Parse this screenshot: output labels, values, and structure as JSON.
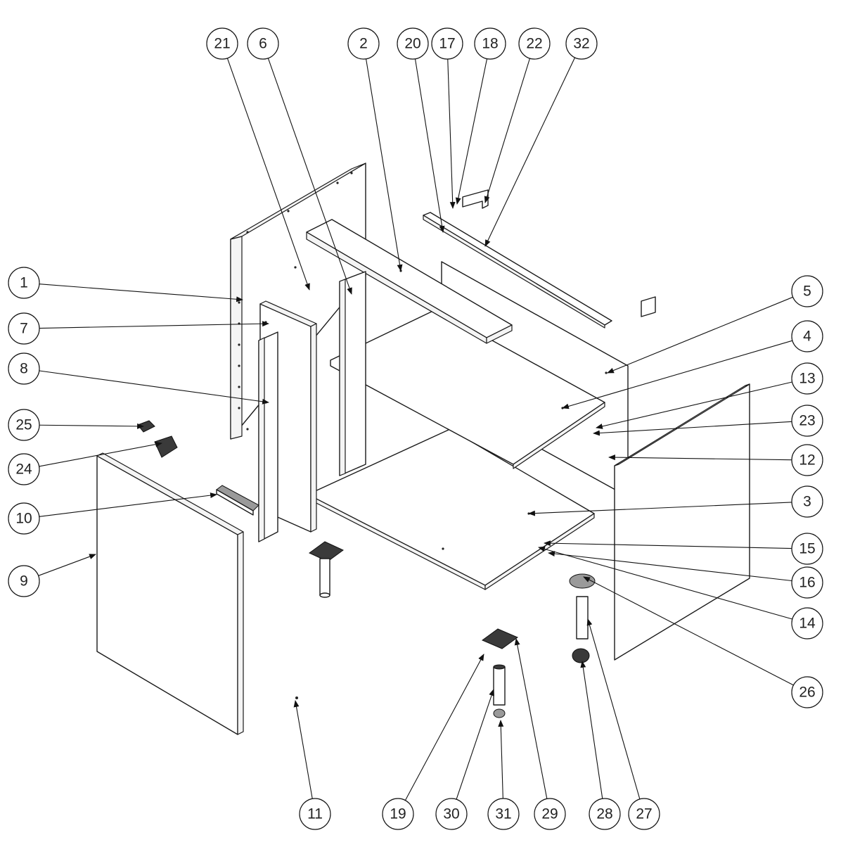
{
  "callouts": [
    {
      "label": "21"
    },
    {
      "label": "6"
    },
    {
      "label": "2"
    },
    {
      "label": "20"
    },
    {
      "label": "17"
    },
    {
      "label": "18"
    },
    {
      "label": "22"
    },
    {
      "label": "32"
    },
    {
      "label": "1"
    },
    {
      "label": "7"
    },
    {
      "label": "8"
    },
    {
      "label": "25"
    },
    {
      "label": "24"
    },
    {
      "label": "10"
    },
    {
      "label": "9"
    },
    {
      "label": "5"
    },
    {
      "label": "4"
    },
    {
      "label": "13"
    },
    {
      "label": "23"
    },
    {
      "label": "12"
    },
    {
      "label": "3"
    },
    {
      "label": "15"
    },
    {
      "label": "16"
    },
    {
      "label": "14"
    },
    {
      "label": "26"
    },
    {
      "label": "11"
    },
    {
      "label": "19"
    },
    {
      "label": "30"
    },
    {
      "label": "31"
    },
    {
      "label": "29"
    },
    {
      "label": "28"
    },
    {
      "label": "27"
    }
  ]
}
